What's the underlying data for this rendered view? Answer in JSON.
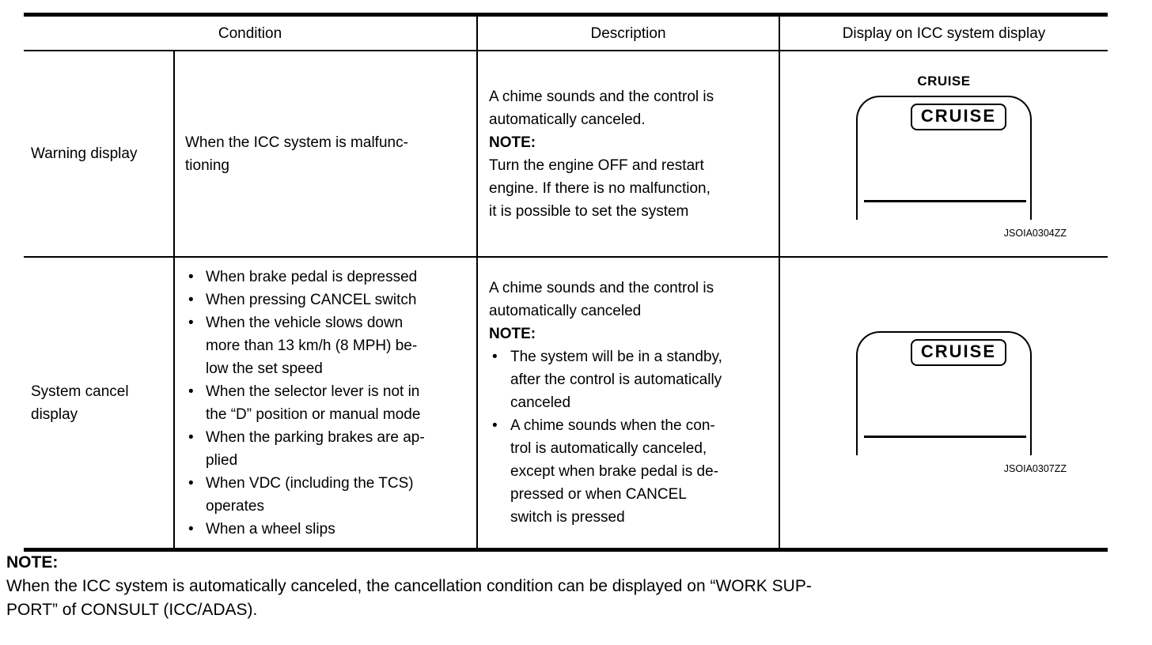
{
  "bullet_char": "•",
  "table": {
    "headers": {
      "condition": "Condition",
      "description": "Description",
      "display": "Display on ICC system display"
    },
    "rows": [
      {
        "label": "Warning display",
        "condition_text": "When the ICC system is malfunc-\ntioning",
        "description": {
          "intro": "A chime sounds and the control is\nautomatically canceled.",
          "note_label": "NOTE:",
          "note_text": "Turn the engine OFF and restart\nengine. If there is no malfunction,\nit is possible to set the system"
        },
        "display": {
          "top_label": "CRUISE",
          "indicator": "CRUISE",
          "code": "JSOIA0304ZZ"
        }
      },
      {
        "label": "System cancel\ndisplay",
        "condition_bullets": [
          "When brake pedal is depressed",
          "When pressing CANCEL switch",
          "When the vehicle slows down\nmore than 13 km/h (8 MPH) be-\nlow the set speed",
          "When the selector lever is not in\nthe “D” position or manual mode",
          "When the parking brakes are ap-\nplied",
          "When VDC (including the TCS)\noperates",
          "When a wheel slips"
        ],
        "description": {
          "intro": "A chime sounds and the control is\nautomatically canceled",
          "note_label": "NOTE:",
          "note_bullets": [
            "The system will be in a standby,\nafter the control is automatically\ncanceled",
            "A chime sounds when the con-\ntrol is automatically canceled,\nexcept when brake pedal is de-\npressed or when CANCEL\nswitch is pressed"
          ]
        },
        "display": {
          "indicator": "CRUISE",
          "code": "JSOIA0307ZZ"
        }
      }
    ]
  },
  "footer_note": {
    "label": "NOTE:",
    "text": "When the ICC system is automatically canceled, the cancellation condition can be displayed on “WORK SUP-\nPORT” of CONSULT (ICC/ADAS)."
  }
}
